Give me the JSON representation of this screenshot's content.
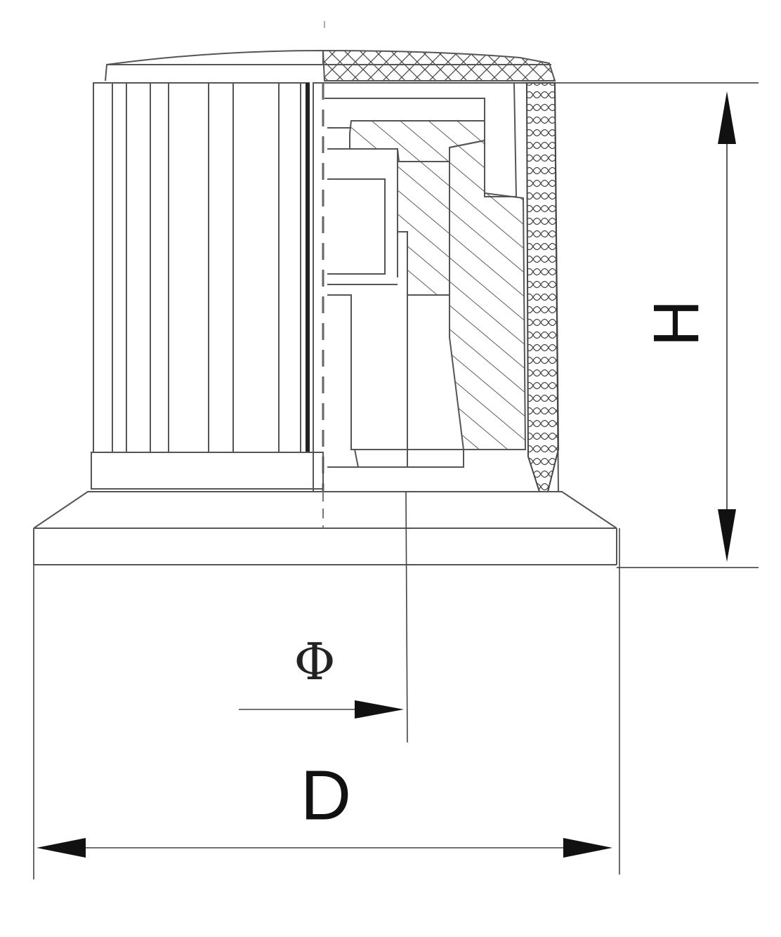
{
  "drawing": {
    "line_color": "#555555",
    "dark_line_color": "#222222",
    "dim_color": "#333333",
    "arrow_color": "#111111"
  },
  "labels": {
    "height": "H",
    "diameter": "D",
    "shaft": "Φ"
  }
}
